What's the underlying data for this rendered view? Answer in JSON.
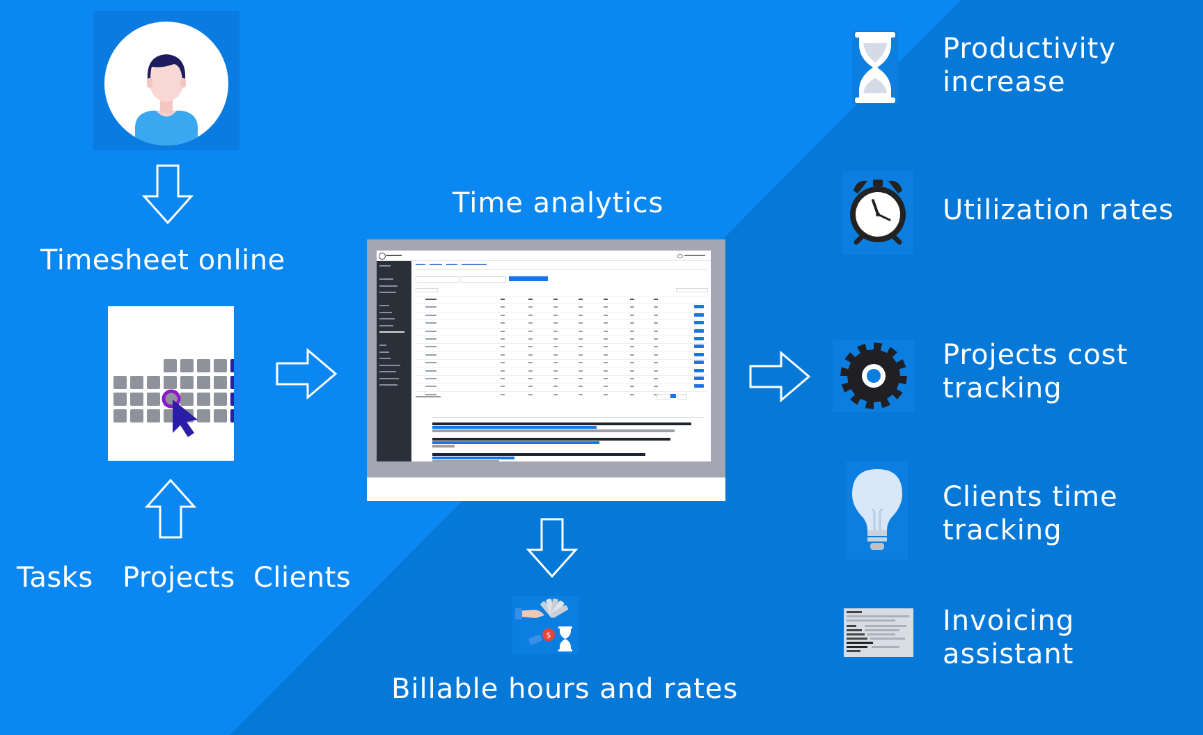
{
  "colors": {
    "background_light": "#0b87f2",
    "background_dark": "#0578d8",
    "arrow_outline": "#ffffff",
    "text": "#ffffff",
    "app_blue": "#1a73e8",
    "app_sidebar": "#2b2f3a",
    "calendar_grey": "#8f929b",
    "calendar_purple": "#2b1ea6"
  },
  "inputs": {
    "timesheet_label": "Timesheet online",
    "tasks_label": "Tasks",
    "projects_label": "Projects",
    "clients_label": "Clients",
    "user_icon": "user-avatar-icon",
    "calendar_icon": "calendar-click-icon"
  },
  "center": {
    "title": "Time analytics",
    "output_label": "Billable hours and rates",
    "output_icon": "money-hourglass-icon",
    "screenshot_icon": "time-analytics-app-screenshot"
  },
  "benefits": [
    {
      "label": "Productivity increase",
      "icon": "hourglass-icon"
    },
    {
      "label": "Utilization rates",
      "icon": "alarm-clock-icon"
    },
    {
      "label": "Projects cost tracking",
      "icon": "gear-icon"
    },
    {
      "label": "Clients time tracking",
      "icon": "lightbulb-icon"
    },
    {
      "label": "Invoicing assistant",
      "icon": "invoice-document-icon"
    }
  ]
}
